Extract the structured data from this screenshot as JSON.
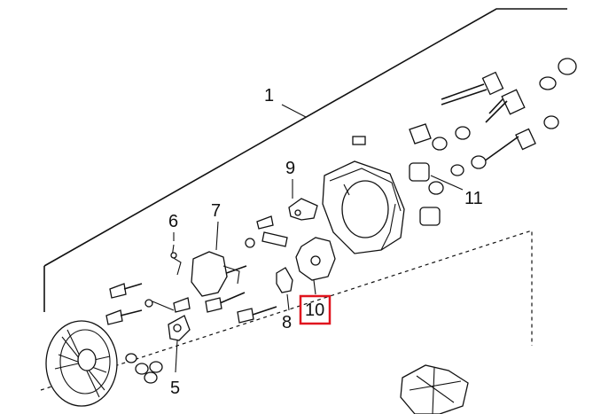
{
  "diagram": {
    "callouts": {
      "c1": "1",
      "c5": "5",
      "c6": "6",
      "c7": "7",
      "c8": "8",
      "c9": "9",
      "c10": "10",
      "c11": "11"
    },
    "highlight_color": "#e0141e"
  }
}
